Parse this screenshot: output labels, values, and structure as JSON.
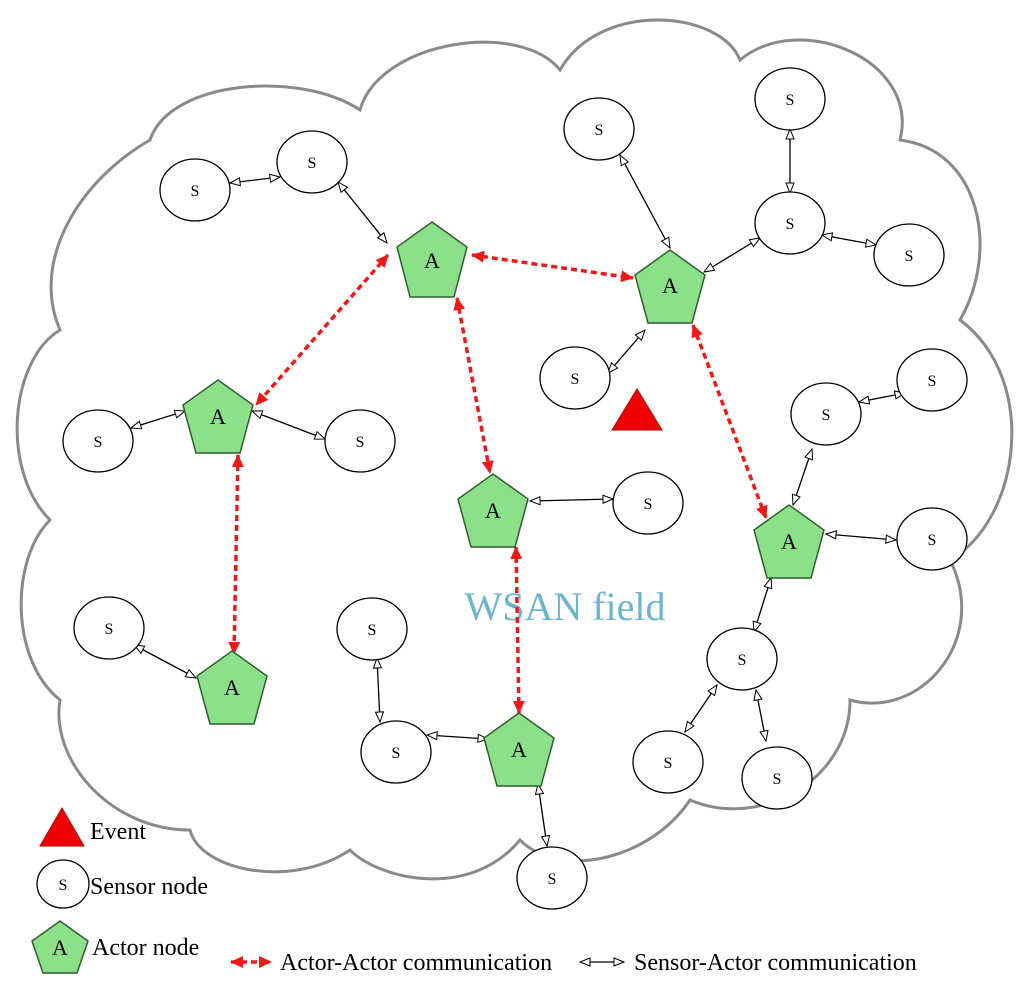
{
  "diagram": {
    "field_label": "WSAN field",
    "sensor_letter": "S",
    "actor_letter": "A",
    "colors": {
      "actor_fill": "#8de08a",
      "actor_stroke": "#2f5f2f",
      "event_fill": "#ee0000",
      "actor_link": "#ee1a1a",
      "cloud_stroke": "#8a8a8a"
    }
  },
  "legend": {
    "event": "Event",
    "sensor": "Sensor node",
    "actor": "Actor node",
    "actor_actor": "Actor-Actor communication",
    "sensor_actor": "Sensor-Actor communication"
  }
}
